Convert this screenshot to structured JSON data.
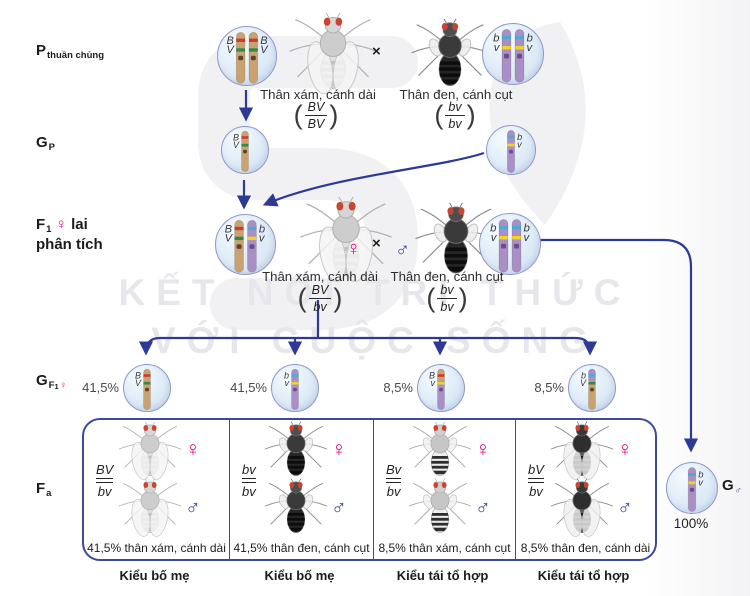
{
  "colors": {
    "arrow": "#2c3a96",
    "box_border": "#3b4a9f",
    "female": "#e6007e",
    "male": "#3b4a9f",
    "circle_border": "#8d98ca",
    "chr_tan": "#c9a26f",
    "chr_purple": "#a98fc5",
    "band_B_red": "#cf3a2b",
    "band_V_green": "#2f8b46",
    "band_b_blue": "#4fa8d8",
    "band_v_yellow": "#f3d41f",
    "cen_tan": "#5c452f",
    "cen_purple": "#6a4c8f"
  },
  "labels": {
    "p_main": "P",
    "p_sub": "thuần chủng",
    "gp_main": "G",
    "gp_sub": "P",
    "f1_main": "F",
    "f1_sub": "1",
    "f1_female": "♀",
    "f1_lai": "lai",
    "f1_line2": "phân tích",
    "gf1_main": "G",
    "gf1_sub_f": "F",
    "gf1_sub_1": "1",
    "gf1_female": "♀",
    "fa_main": "F",
    "fa_sub": "a",
    "gmale_main": "G",
    "gmale_symbol": "♂"
  },
  "p_row": {
    "left_phenotype": "Thân xám, cánh dài",
    "left_genotype_num": "BV",
    "left_genotype_den": "BV",
    "cross": "×",
    "right_phenotype": "Thân đen, cánh cụt",
    "right_genotype_num": "bv",
    "right_genotype_den": "bv"
  },
  "f1_row": {
    "left_phenotype": "Thân xám, cánh dài",
    "left_genotype_num": "BV",
    "left_genotype_den": "bv",
    "cross": "×",
    "female_symbol": "♀",
    "male_symbol": "♂",
    "right_phenotype": "Thân đen, cánh cụt",
    "right_genotype_num": "bv",
    "right_genotype_den": "bv"
  },
  "gf1_row": {
    "gametes": [
      {
        "percent": "41,5%",
        "chromosome": "BV"
      },
      {
        "percent": "41,5%",
        "chromosome": "bv"
      },
      {
        "percent": "8,5%",
        "chromosome": "Bv"
      },
      {
        "percent": "8,5%",
        "chromosome": "bV"
      }
    ]
  },
  "g_male": {
    "percent": "100%",
    "chromosome": "bv"
  },
  "fa_row": {
    "cells": [
      {
        "genotype_num": "BV",
        "genotype_den": "bv",
        "female_symbol": "♀",
        "male_symbol": "♂",
        "caption": "41,5% thân xám, cánh dài",
        "fly": "gray-long",
        "group": "Kiểu bố mẹ"
      },
      {
        "genotype_num": "bv",
        "genotype_den": "bv",
        "female_symbol": "♀",
        "male_symbol": "♂",
        "caption": "41,5% thân đen, cánh cụt",
        "fly": "dark-short",
        "group": "Kiểu bố mẹ"
      },
      {
        "genotype_num": "Bv",
        "genotype_den": "bv",
        "female_symbol": "♀",
        "male_symbol": "♂",
        "caption": "8,5% thân xám, cánh cụt",
        "fly": "gray-short",
        "group": "Kiểu tái tổ hợp"
      },
      {
        "genotype_num": "bV",
        "genotype_den": "bv",
        "female_symbol": "♀",
        "male_symbol": "♂",
        "caption": "8,5% thân đen, cánh dài",
        "fly": "dark-long",
        "group": "Kiểu tái tổ hợp"
      }
    ]
  },
  "circles": {
    "p_left": {
      "chrs": [
        "BV",
        "BV"
      ],
      "sides": [
        "left",
        "right"
      ]
    },
    "p_right": {
      "chrs": [
        "bv",
        "bv"
      ],
      "sides": [
        "left",
        "right"
      ]
    },
    "gp_left": {
      "chrs": [
        "BV"
      ],
      "sides": [
        "left"
      ]
    },
    "gp_right": {
      "chrs": [
        "bv"
      ],
      "sides": [
        "right"
      ]
    },
    "f1_left": {
      "chrs": [
        "BV",
        "bv"
      ],
      "sides": [
        "left",
        "right"
      ]
    },
    "f1_right": {
      "chrs": [
        "bv",
        "bv"
      ],
      "sides": [
        "left",
        "right"
      ]
    },
    "gf1_1": {
      "chrs": [
        "BV"
      ],
      "sides": [
        "left"
      ]
    },
    "gf1_2": {
      "chrs": [
        "bv"
      ],
      "sides": [
        "left"
      ]
    },
    "gf1_3": {
      "chrs": [
        "Bv"
      ],
      "sides": [
        "left"
      ]
    },
    "gf1_4": {
      "chrs": [
        "bV"
      ],
      "sides": [
        "left"
      ]
    },
    "g_male": {
      "chrs": [
        "bv"
      ],
      "sides": [
        "right"
      ]
    }
  },
  "flies": {
    "p_left": "gray-long",
    "p_right": "dark-short",
    "f1_left": "gray-long",
    "f1_right": "dark-short"
  },
  "watermark": {
    "line1": "KẾT NỐI TRI THỨC",
    "line2": "VỚI CUỘC SỐNG"
  }
}
